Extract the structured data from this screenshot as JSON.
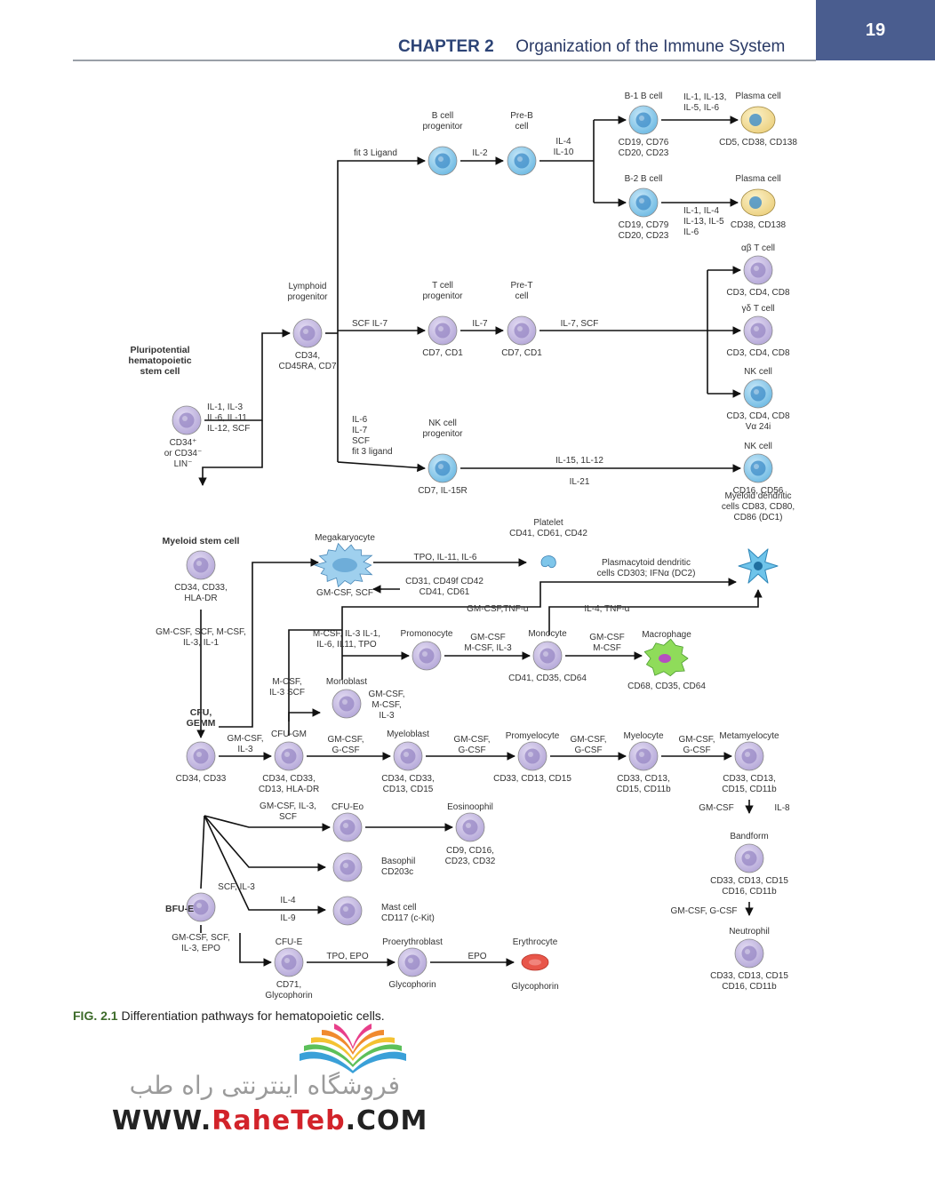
{
  "header": {
    "chapter": "CHAPTER 2",
    "title": "Organization of the Immune System",
    "page": "19"
  },
  "caption": {
    "label": "FIG. 2.1",
    "text": "Differentiation pathways for hematopoietic cells."
  },
  "watermark": {
    "persian": "فروشگاه اینترنتی راه طب",
    "url_pre": "WWW.",
    "url_red": "RaheTeb",
    "url_post": ".COM"
  },
  "colors": {
    "lymphoid_cell": "#7fc6ea",
    "lymphoid_nucleus": "#3d8cc8",
    "stem_cell": "#c9bfe3",
    "stem_nucleus": "#9787c4",
    "plasma_cell": "#f3e0a0",
    "macrophage": "#8fdc5a",
    "erythrocyte": "#e8564a",
    "header_band": "#4a5d8f"
  },
  "cells": [
    {
      "id": "stem",
      "type": "stem",
      "label": [
        "Pluripotential",
        "hematopoietic",
        "stem cell"
      ],
      "label_bold": true,
      "markers": [
        "CD34⁺",
        "or CD34⁻",
        "LIN⁻"
      ]
    },
    {
      "id": "lymphoid",
      "type": "stem",
      "label": [
        "Lymphoid",
        "progenitor"
      ],
      "markers": [
        "CD34,",
        "CD45RA, CD7"
      ]
    },
    {
      "id": "bprog",
      "type": "lymph",
      "label": [
        "B cell",
        "progenitor"
      ]
    },
    {
      "id": "preb",
      "type": "lymph",
      "label": [
        "Pre-B",
        "cell"
      ]
    },
    {
      "id": "b1",
      "type": "lymph",
      "label": [
        "B-1 B cell"
      ],
      "markers": [
        "CD19, CD76",
        "CD20, CD23"
      ]
    },
    {
      "id": "b2",
      "type": "lymph",
      "label": [
        "B-2 B cell"
      ],
      "markers": [
        "CD19, CD79",
        "CD20, CD23"
      ]
    },
    {
      "id": "plasma1",
      "type": "plasma",
      "label": [
        "Plasma cell"
      ],
      "markers": [
        "CD5, CD38, CD138"
      ]
    },
    {
      "id": "plasma2",
      "type": "plasma",
      "label": [
        "Plasma cell"
      ],
      "markers": [
        "CD38, CD138"
      ]
    },
    {
      "id": "tprog",
      "type": "stem",
      "label": [
        "T cell",
        "progenitor"
      ],
      "markers": [
        "CD7, CD1"
      ]
    },
    {
      "id": "pret",
      "type": "stem",
      "label": [
        "Pre-T",
        "cell"
      ],
      "markers": [
        "CD7, CD1"
      ]
    },
    {
      "id": "abt",
      "type": "stem",
      "label": [
        "αβ T cell"
      ],
      "markers": [
        "CD3, CD4, CD8"
      ]
    },
    {
      "id": "gdt",
      "type": "stem",
      "label": [
        "γδ T cell"
      ],
      "markers": [
        "CD3, CD4, CD8"
      ]
    },
    {
      "id": "nkt",
      "type": "lymph",
      "label": [
        "NK cell"
      ],
      "markers": [
        "CD3, CD4, CD8",
        "Vα 24i"
      ]
    },
    {
      "id": "nkprog",
      "type": "lymph",
      "label": [
        "NK cell",
        "progenitor"
      ],
      "markers": [
        "CD7, IL-15R"
      ]
    },
    {
      "id": "nk",
      "type": "lymph",
      "label": [
        "NK cell"
      ],
      "markers": [
        "CD16, CD56"
      ]
    },
    {
      "id": "myeloid",
      "type": "stem",
      "label": [
        "Myeloid stem cell"
      ],
      "label_bold": true,
      "markers": [
        "CD34, CD33,",
        "HLA-DR"
      ]
    },
    {
      "id": "mega",
      "type": "mega",
      "label": [
        "Megakaryocyte"
      ],
      "markers": [
        "GM-CSF, SCF"
      ]
    },
    {
      "id": "platelet",
      "type": "platelet",
      "label": [
        "Platelet",
        "CD41, CD61, CD42"
      ]
    },
    {
      "id": "mdc",
      "type": "dc",
      "label": [
        "Myeloid dendritic",
        "cells CD83, CD80,",
        "CD86 (DC1)"
      ]
    },
    {
      "id": "promono",
      "type": "stem",
      "label": [
        "Promonocyte"
      ]
    },
    {
      "id": "mono",
      "type": "stem",
      "label": [
        "Monocyte"
      ],
      "markers": [
        "CD41, CD35, CD64"
      ]
    },
    {
      "id": "macro",
      "type": "macro",
      "label": [
        "Macrophage"
      ],
      "markers": [
        "CD68, CD35, CD64"
      ]
    },
    {
      "id": "monoblast",
      "type": "stem",
      "label": [
        "Monoblast"
      ]
    },
    {
      "id": "cfugemm",
      "type": "stem",
      "label": [
        "CFU,",
        "GEMM"
      ],
      "label_bold": true,
      "markers": [
        "CD34, CD33"
      ]
    },
    {
      "id": "cfugm",
      "type": "stem",
      "label": [
        "CFU-GM"
      ],
      "markers": [
        "CD34, CD33,",
        "CD13, HLA-DR"
      ]
    },
    {
      "id": "myeloblast",
      "type": "stem",
      "label": [
        "Myeloblast"
      ],
      "markers": [
        "CD34, CD33,",
        "CD13, CD15"
      ]
    },
    {
      "id": "promyelo",
      "type": "stem",
      "label": [
        "Promyelocyte"
      ],
      "markers": [
        "CD33, CD13, CD15"
      ]
    },
    {
      "id": "myelocyte",
      "type": "stem",
      "label": [
        "Myelocyte"
      ],
      "markers": [
        "CD33, CD13,",
        "CD15, CD11b"
      ]
    },
    {
      "id": "metamyelo",
      "type": "stem",
      "label": [
        "Metamyelocyte"
      ],
      "markers": [
        "CD33, CD13,",
        "CD15, CD11b"
      ]
    },
    {
      "id": "band",
      "type": "stem",
      "label": [
        "Bandform"
      ],
      "markers": [
        "CD33, CD13, CD15",
        "CD16, CD11b"
      ]
    },
    {
      "id": "neutro",
      "type": "stem",
      "label": [
        "Neutrophil"
      ],
      "markers": [
        "CD33, CD13, CD15",
        "CD16, CD11b"
      ]
    },
    {
      "id": "cfueo",
      "type": "stem",
      "label": [
        "CFU-Eo"
      ]
    },
    {
      "id": "eosino",
      "type": "stem",
      "label": [
        "Eosinoophil"
      ],
      "markers": [
        "CD9, CD16,",
        "CD23, CD32"
      ]
    },
    {
      "id": "baso",
      "type": "stem",
      "label": [
        "Basophil",
        "CD203c"
      ]
    },
    {
      "id": "mast",
      "type": "stem",
      "label": [
        "Mast cell",
        "CD117 (c-Kit)"
      ]
    },
    {
      "id": "bfue",
      "type": "stem",
      "label": [
        "BFU-E"
      ],
      "label_bold": true
    },
    {
      "id": "cfue",
      "type": "stem",
      "label": [
        "CFU-E"
      ],
      "markers": [
        "CD71,",
        "Glycophorin"
      ]
    },
    {
      "id": "proery",
      "type": "stem",
      "label": [
        "Proerythroblast"
      ],
      "markers": [
        "Glycophorin"
      ]
    },
    {
      "id": "ery",
      "type": "ery",
      "label": [
        "Erythrocyte"
      ],
      "markers": [
        "Glycophorin"
      ]
    }
  ],
  "edge_labels": [
    {
      "id": "stem_il",
      "text": [
        "IL-1, IL-3",
        "IL-6, IL-11",
        "IL-12, SCF"
      ]
    },
    {
      "id": "fit3",
      "text": [
        "fit 3 Ligand"
      ]
    },
    {
      "id": "il2",
      "text": [
        "IL-2"
      ]
    },
    {
      "id": "il4_10",
      "text": [
        "IL-4",
        "IL-10"
      ]
    },
    {
      "id": "b1_il",
      "text": [
        "IL-1, IL-13,",
        "IL-5, IL-6"
      ]
    },
    {
      "id": "b2_il",
      "text": [
        "IL-1, IL-4",
        "IL-13, IL-5",
        "IL-6"
      ]
    },
    {
      "id": "scf_il7",
      "text": [
        "SCF IL-7"
      ]
    },
    {
      "id": "il7",
      "text": [
        "IL-7"
      ]
    },
    {
      "id": "il7_scf",
      "text": [
        "IL-7, SCF"
      ]
    },
    {
      "id": "nk_pre",
      "text": [
        "IL-6",
        "IL-7",
        "SCF",
        "fit 3 ligand"
      ]
    },
    {
      "id": "il15",
      "text": [
        "IL-15, 1L-12"
      ]
    },
    {
      "id": "il21",
      "text": [
        "IL-21"
      ]
    },
    {
      "id": "myeloid_gm",
      "text": [
        "GM-CSF, SCF, M-CSF,",
        "IL-3, IL-1"
      ]
    },
    {
      "id": "tpo",
      "text": [
        "TPO, IL-11, IL-6"
      ]
    },
    {
      "id": "cd31",
      "text": [
        "CD31, CD49f CD42",
        "CD41, CD61"
      ]
    },
    {
      "id": "pdc",
      "text": [
        "Plasmacytoid dendritic",
        "cells CD303; IFNα (DC2)"
      ]
    },
    {
      "id": "gmtnf",
      "text": [
        "GM-CSF,TNF-α"
      ]
    },
    {
      "id": "il4tnf",
      "text": [
        "IL-4, TNF-α"
      ]
    },
    {
      "id": "mcsf_il3",
      "text": [
        "M-CSF, IL-3 IL-1,",
        "IL-6, IL11, TPO"
      ]
    },
    {
      "id": "promono_gm",
      "text": [
        "GM-CSF",
        "M-CSF, IL-3"
      ]
    },
    {
      "id": "mono_gm",
      "text": [
        "GM-CSF",
        "M-CSF"
      ]
    },
    {
      "id": "mcsf_scf",
      "text": [
        "M-CSF,",
        "IL-3 SCF"
      ]
    },
    {
      "id": "monoblast_gm",
      "text": [
        "GM-CSF,",
        "M-CSF,",
        "IL-3"
      ]
    },
    {
      "id": "gemm_gm",
      "text": [
        "GM-CSF,",
        "IL-3"
      ]
    },
    {
      "id": "gm_g1",
      "text": [
        "GM-CSF,",
        "G-CSF"
      ]
    },
    {
      "id": "gm_g2",
      "text": [
        "GM-CSF,",
        "G-CSF"
      ]
    },
    {
      "id": "gm_g3",
      "text": [
        "GM-CSF,",
        "G-CSF"
      ]
    },
    {
      "id": "gm_g4",
      "text": [
        "GM-CSF,",
        "G-CSF"
      ]
    },
    {
      "id": "gm_g5",
      "text": [
        "GM-CSF,",
        "G-CSF"
      ]
    },
    {
      "id": "meta_gm",
      "text": [
        "GM-CSF"
      ]
    },
    {
      "id": "meta_il8",
      "text": [
        "IL-8"
      ]
    },
    {
      "id": "band_gm",
      "text": [
        "GM-CSF, G-CSF"
      ]
    },
    {
      "id": "eo_gm",
      "text": [
        "GM-CSF, IL-3,",
        "SCF"
      ]
    },
    {
      "id": "scf_il3",
      "text": [
        "SCF, IL-3"
      ]
    },
    {
      "id": "il4",
      "text": [
        "IL-4"
      ]
    },
    {
      "id": "il9",
      "text": [
        "IL-9"
      ]
    },
    {
      "id": "bfue_gm",
      "text": [
        "GM-CSF, SCF,",
        "IL-3, EPO"
      ]
    },
    {
      "id": "tpo_epo",
      "text": [
        "TPO, EPO"
      ]
    },
    {
      "id": "epo",
      "text": [
        "EPO"
      ]
    }
  ]
}
